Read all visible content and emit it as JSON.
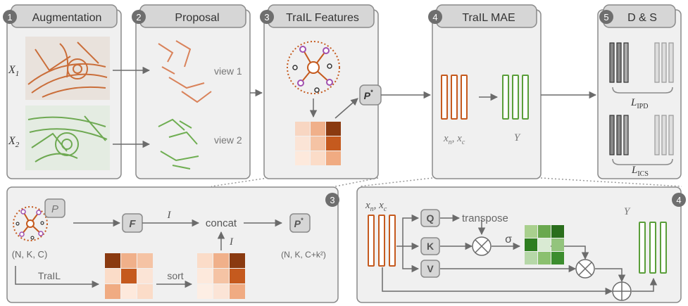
{
  "colors": {
    "orange": "#c55a1e",
    "green": "#5a9e3a",
    "panel_bg": "#f0f0f0",
    "tab_bg": "#d6d6d6",
    "badge": "#6e6e6e",
    "arrow": "#6b6b6b"
  },
  "stages": [
    {
      "num": "1",
      "title": "Augmentation"
    },
    {
      "num": "2",
      "title": "Proposal"
    },
    {
      "num": "3",
      "title": "TraIL Features"
    },
    {
      "num": "4",
      "title": "TraIL MAE"
    },
    {
      "num": "5",
      "title": "D & S"
    }
  ],
  "augmentation": {
    "x1": "X",
    "x1_sub": "1",
    "x2": "X",
    "x2_sub": "2"
  },
  "proposal": {
    "view1": "view 1",
    "view2": "view 2"
  },
  "features": {
    "p_star": "P",
    "p_star_sup": "*"
  },
  "mae": {
    "input": "x",
    "input_sub1": "n",
    "input_sep": ", x",
    "input_sub2": "c",
    "output": "Y"
  },
  "ds": {
    "loss1": "L",
    "loss1_sub": "IPD",
    "loss2": "L",
    "loss2_sub": "ICS"
  },
  "detail3": {
    "badge": "3",
    "p_label": "P",
    "shape_in": "(N, K, C)",
    "f_label": "F",
    "i_label": "I",
    "i_label2": "I",
    "concat": "concat",
    "p_star": "P",
    "p_star_sup": "*",
    "shape_out": "(N, K, C+k²)",
    "trail": "TraIL",
    "sort": "sort"
  },
  "detail4": {
    "badge": "4",
    "input_x": "x",
    "input_sub1": "n",
    "input_sep": ", x",
    "input_sub2": "c",
    "q": "Q",
    "k": "K",
    "v": "V",
    "transpose": "transpose",
    "sigma": "σ",
    "output": "Y"
  }
}
